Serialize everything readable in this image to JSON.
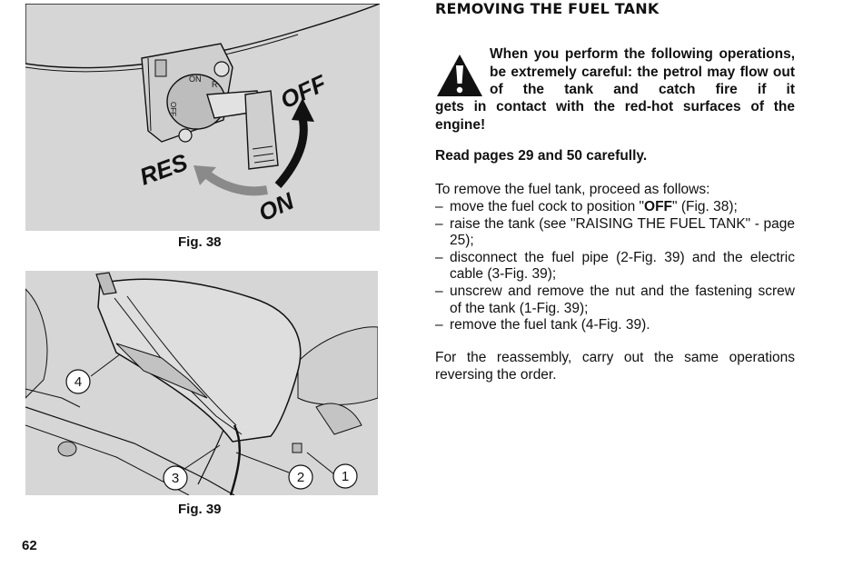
{
  "title": "REMOVING THE FUEL TANK",
  "warning": {
    "icon": "warning-triangle-icon",
    "lead": "When you perform the following operations, be extremely careful: the petrol may flow out of the tank and catch fire if it",
    "rest": "gets in contact with the red-hot surfaces of the engine!"
  },
  "read_pages": "Read pages 29 and 50 carefully.",
  "intro": "To remove the fuel tank, proceed as follows:",
  "steps": [
    {
      "dash": "–",
      "pre": "move the fuel cock to position \"",
      "bold": "OFF",
      "post": "\" (Fig. 38);"
    },
    {
      "dash": "–",
      "text": "raise the tank (see \"RAISING THE FUEL TANK\" - page 25);"
    },
    {
      "dash": "–",
      "text": "disconnect the fuel pipe (2-Fig. 39) and the electric cable (3-Fig. 39);"
    },
    {
      "dash": "–",
      "text": "unscrew and remove the nut and the fastening screw of the tank (1-Fig. 39);"
    },
    {
      "dash": "–",
      "text": "remove the fuel tank (4-Fig. 39)."
    }
  ],
  "reassembly": "For the reassembly, carry out the same operations reversing the order.",
  "figures": {
    "fig38": {
      "caption": "Fig. 38",
      "labels": {
        "off": "OFF",
        "on": "ON",
        "res": "RES",
        "valve_on": "ON",
        "valve_r": "R",
        "valve_off": "OFF"
      }
    },
    "fig39": {
      "caption": "Fig. 39",
      "callouts": [
        "1",
        "2",
        "3",
        "4"
      ]
    }
  },
  "page_number": "62"
}
